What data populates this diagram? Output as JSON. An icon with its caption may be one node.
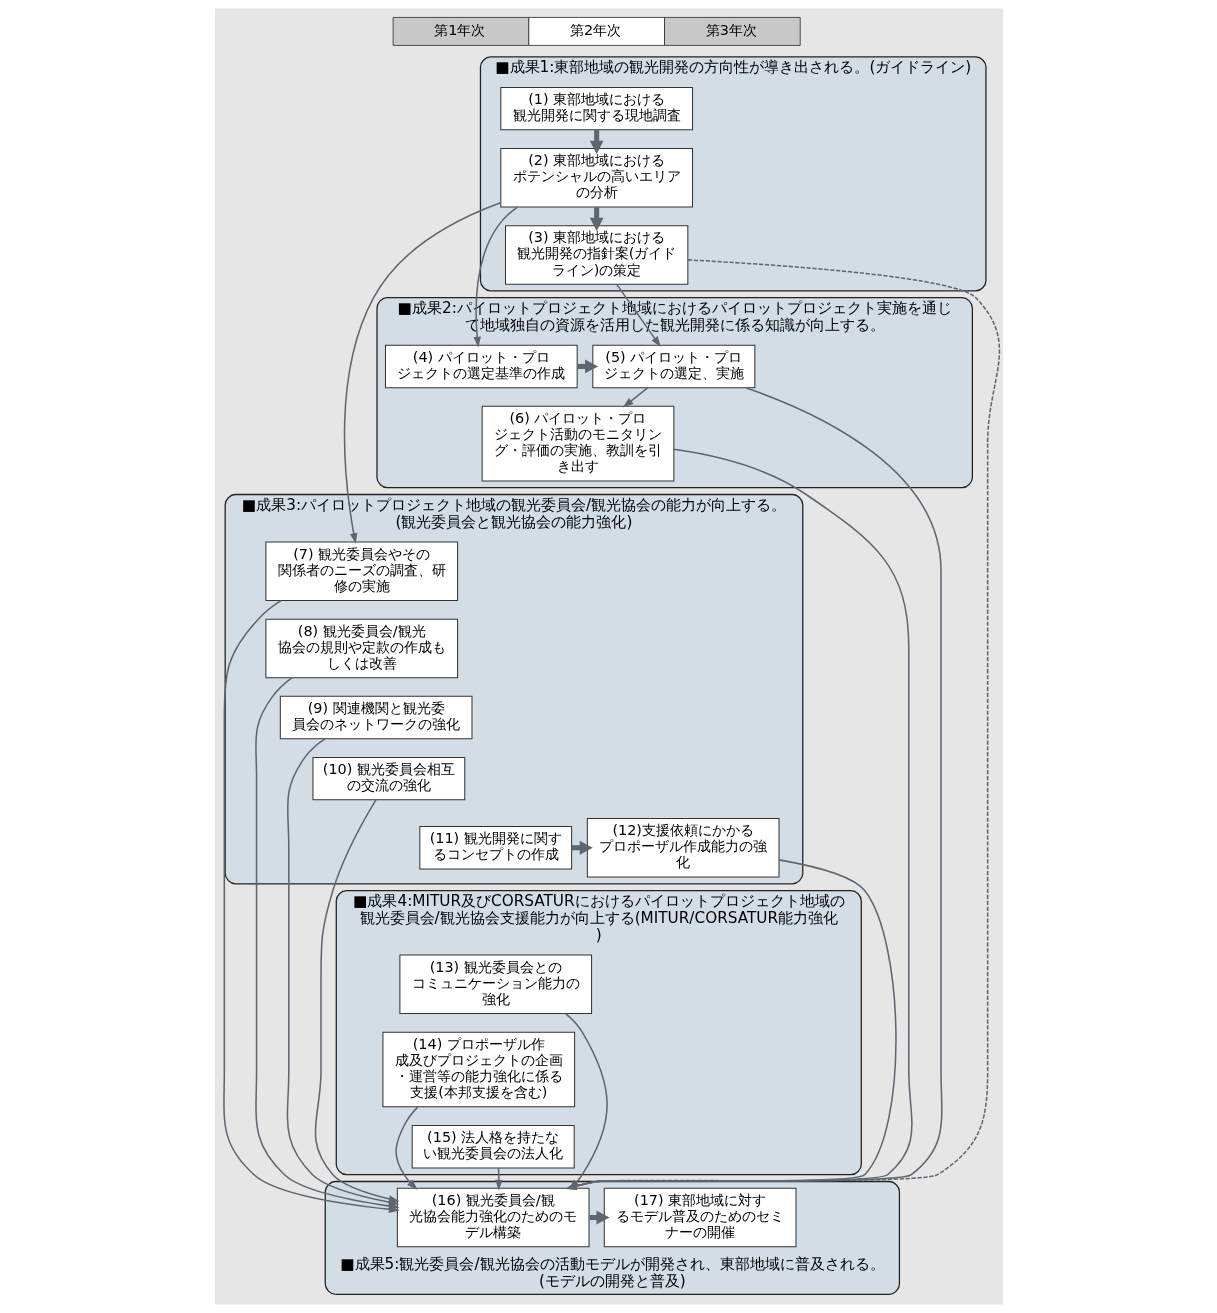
{
  "diagram": {
    "nodes": [
      {
        "text": [
          "■成果1:東部地域の観光開発の方向性が導き出される。(ガイドライン)"
        ]
      },
      {
        "text": [
          "(1) 東部地域における観光開発に関する現地調査"
        ],
        "in": 0
      },
      {
        "text": [
          "(2) 東部地域におけるポテンシャルの高いエリアの分析"
        ],
        "in": 0
      },
      {
        "text": [
          "(3) 東部地域における観光開発の指針案(ガイドライン)の策定"
        ],
        "in": 0
      },
      {
        "text": [
          "■成果2:パイロットプロジェクト地域におけるパイロットプロジェクト実施を通じて地域独自の資源を活用した観光開発に係る知識が向上する。"
        ]
      },
      {
        "text": [
          "(4) パイロット・プロジェクトの選定基準の作成"
        ],
        "in": 4
      },
      {
        "text": [
          "(5) パイロット・プロジェクトの選定、実施"
        ],
        "in": 4
      },
      {
        "text": [
          "(6) パイロット・プロジェクト活動のモニタリング・評価の実施、教訓を引き出す"
        ],
        "in": 4
      },
      {
        "text": [
          "■成果3:パイロットプロジェクト地域の観光委員会/観光協会の能力が向上する。(観光委員会と観光協会の能力強化)"
        ]
      },
      {
        "text": [
          "(7) 観光委員会やその関係者のニーズの調査、研修の実施"
        ],
        "in": 8
      },
      {
        "text": [
          "(8) 観光委員会/観光協会の規則や定款の作成もしくは改善"
        ],
        "in": 8
      },
      {
        "text": [
          "(9) 関連機関と観光委員会のネットワークの強化"
        ],
        "in": 8
      },
      {
        "text": [
          "(10) 観光委員会相互の交流の強化"
        ],
        "in": 8
      },
      {
        "text": [
          "(11) 観光開発に関するコンセプトの作成"
        ],
        "in": 8
      },
      {
        "text": [
          "(12)支援依頼にかかるプロポーザル作成能力の強化"
        ],
        "in": 8
      },
      {
        "text": [
          "■成果4:MITUR及びCORSATURにおけるパイロットプロジェクト地域の観光委員会/観光協会支援能力が向上する(MITUR/CORSATUR能力強化)"
        ]
      },
      {
        "text": [
          "(13) 観光委員会とのコミュニケーション能力の強化"
        ],
        "in": 15
      },
      {
        "text": [
          "(14) プロポーザル作成及びプロジェクトの企画・運営等の能力強化に係る支援(本邦支援を含む)"
        ],
        "in": 15
      },
      {
        "text": [
          "(15) 法人格を持たない観光委員会の法人化"
        ],
        "in": 15
      },
      {
        "text": [
          "■成果5:観光委員会/観光協会の活動モデルが開発され、東部地域に普及される。(モデルの開発と普及)"
        ]
      },
      {
        "text": [
          "(16) 観光委員会/観光協会能力強化のためのモデル構築"
        ],
        "in": 19
      },
      {
        "text": [
          "(17) 東部地域に対するモデル普及のためのセミナーの開催"
        ],
        "in": 19
      }
    ],
    "edges": [
      {
        "from": 1,
        "to": 2,
        "arrow": "to",
        "style": "thick"
      },
      {
        "from": 2,
        "to": 3,
        "arrow": "to",
        "style": "thick"
      },
      {
        "from": 3,
        "to": 20,
        "arrow": "to",
        "style": "dashed"
      },
      {
        "from": 2,
        "to": 5,
        "arrow": "to"
      },
      {
        "from": 2,
        "to": 9,
        "arrow": "to"
      },
      {
        "from": 3,
        "to": 6,
        "arrow": "to"
      },
      {
        "from": 5,
        "to": 6,
        "arrow": "to",
        "style": "thick"
      },
      {
        "from": 6,
        "to": 7,
        "arrow": "to"
      },
      {
        "from": 6,
        "to": 20,
        "arrow": "to"
      },
      {
        "from": 7,
        "to": 20,
        "arrow": "to"
      },
      {
        "from": 9,
        "to": 20,
        "arrow": "to"
      },
      {
        "from": 10,
        "to": 20,
        "arrow": "to"
      },
      {
        "from": 11,
        "to": 20,
        "arrow": "to"
      },
      {
        "from": 12,
        "to": 20,
        "arrow": "to"
      },
      {
        "from": 13,
        "to": 14,
        "arrow": "to",
        "style": "thick"
      },
      {
        "from": 14,
        "to": 20,
        "arrow": "to"
      },
      {
        "from": 16,
        "to": 20,
        "arrow": "to"
      },
      {
        "from": 17,
        "to": 20,
        "arrow": "to"
      },
      {
        "from": 18,
        "to": 20,
        "arrow": "to"
      },
      {
        "from": 20,
        "to": 21,
        "arrow": "to",
        "style": "thick"
      }
    ],
    "labels": [
      "第1年次",
      "第2年次",
      "第3年次"
    ]
  }
}
